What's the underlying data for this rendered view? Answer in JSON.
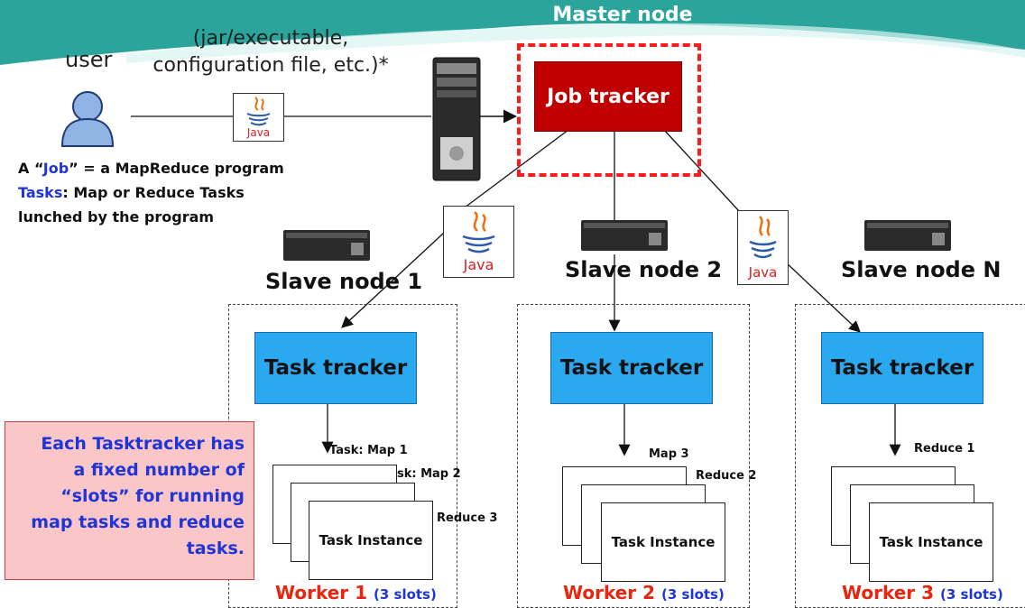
{
  "header": {
    "master_title": "Master node"
  },
  "user": {
    "label": "user",
    "payload_line1": "(jar/executable,",
    "payload_line2": "configuration file,  etc.)*"
  },
  "definitions": {
    "line1_prefix": "A “",
    "line1_job": "Job",
    "line1_suffix": "” = a MapReduce program",
    "line2_tasks": "Tasks",
    "line2_rest": ": Map or Reduce Tasks",
    "line3": "lunched by the program"
  },
  "job_tracker": {
    "label": "Job tracker"
  },
  "java_badge": {
    "text": "Java"
  },
  "slaves": [
    {
      "title": "Slave node 1"
    },
    {
      "title": "Slave node 2"
    },
    {
      "title": "Slave node N"
    }
  ],
  "workers": [
    {
      "tracker": "Task tracker",
      "task_a": "Task: Map 1",
      "task_b": "Task: Map 2",
      "task_c": "Reduce 3",
      "instance": "Task Instance",
      "name": "Worker 1",
      "slots": "(3 slots)"
    },
    {
      "tracker": "Task tracker",
      "task_a": "Map 3",
      "task_b": "Reduce 2",
      "instance": "Task Instance",
      "name": "Worker 2",
      "slots": "(3 slots)"
    },
    {
      "tracker": "Task tracker",
      "task_a": "Reduce 1",
      "instance": "Task Instance",
      "name": "Worker 3",
      "slots": "(3 slots)"
    }
  ],
  "note": {
    "line1": "Each Tasktracker has",
    "line2": "a fixed number of",
    "line3": "“slots” for running",
    "line4": "map tasks and reduce",
    "line5": "tasks."
  },
  "colors": {
    "banner": "#2ba59c",
    "job_tracker": "#c00000",
    "task_tracker": "#2aa9f0",
    "note_bg": "#fbc6c7",
    "worker_title": "#e8250e",
    "emphasis": "#1f35d6"
  }
}
